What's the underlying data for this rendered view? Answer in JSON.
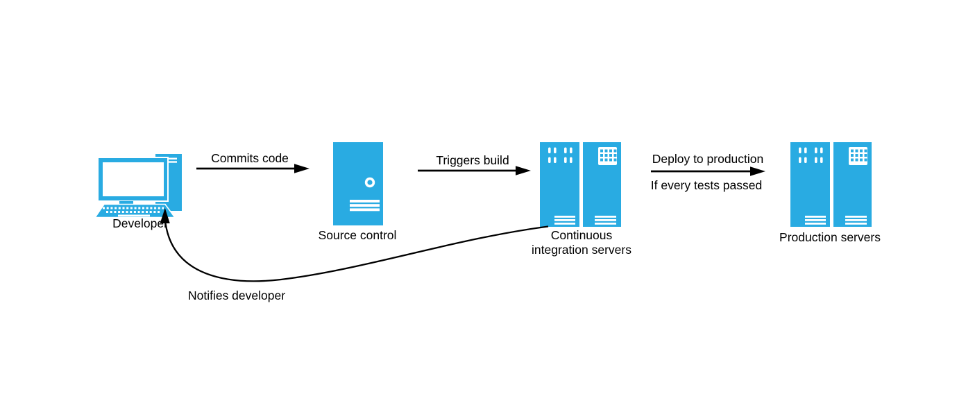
{
  "title": "Continuous integration pipeline diagram",
  "colors": {
    "accent": "#29abe2",
    "arrow": "#000000",
    "text": "#000000",
    "background": "#ffffff"
  },
  "nodes": {
    "developer": {
      "label": "Developer",
      "icon": "desktop-computer-icon"
    },
    "source_control": {
      "label": "Source control",
      "icon": "server-tower-icon"
    },
    "ci": {
      "label_line1": "Continuous",
      "label_line2": "integration servers",
      "icon": "server-rack-pair-icon"
    },
    "production": {
      "label": "Production servers",
      "icon": "server-rack-pair-icon"
    }
  },
  "edges": {
    "commits": {
      "label": "Commits code",
      "from": "developer",
      "to": "source_control"
    },
    "triggers": {
      "label": "Triggers build",
      "from": "source_control",
      "to": "ci"
    },
    "deploy": {
      "label_above": "Deploy to production",
      "label_below": "If every tests passed",
      "from": "ci",
      "to": "production"
    },
    "notifies": {
      "label": "Notifies developer",
      "from": "ci",
      "to": "developer"
    }
  }
}
